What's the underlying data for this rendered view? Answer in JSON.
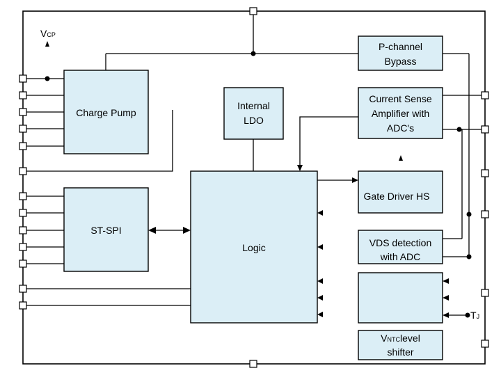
{
  "blocks": {
    "charge_pump": "Charge Pump",
    "internal_ldo_line1": "Internal",
    "internal_ldo_line2": "LDO",
    "st_spi": "ST-SPI",
    "logic": "Logic",
    "p_channel_line1": "P-channel",
    "p_channel_line2": "Bypass",
    "csa_line1": "Current Sense",
    "csa_line2": "Amplifier with",
    "csa_line3": "ADC's",
    "gate_driver": "Gate Driver HS",
    "vds_line1": "VDS detection",
    "vds_line2": "with ADC",
    "ntc_prefix": "V",
    "ntc_sub": "NTC",
    "ntc_suffix": "level",
    "ntc_line2": "shifter"
  },
  "labels": {
    "vcp_main": "V",
    "vcp_sub": "CP",
    "tj_main": "T",
    "tj_sub": "J"
  }
}
